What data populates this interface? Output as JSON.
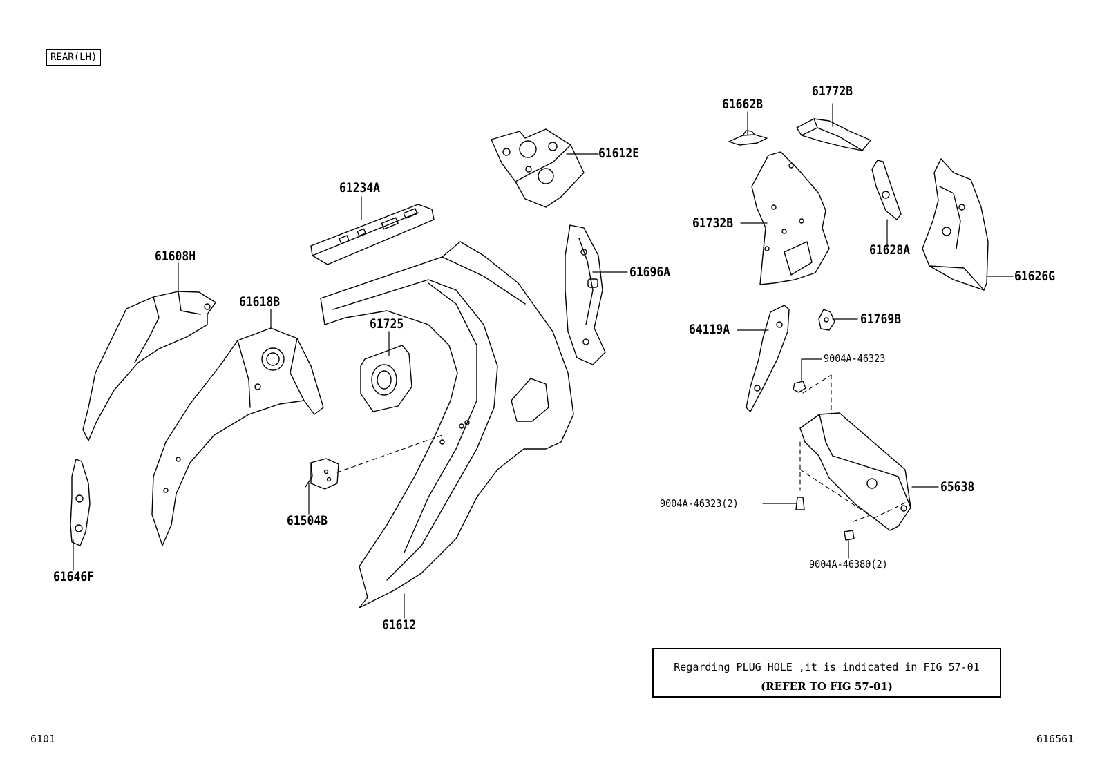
{
  "view_tag": "REAR(LH)",
  "parts": {
    "p61662B": "61662B",
    "p61772B": "61772B",
    "p61612E": "61612E",
    "p61234A": "61234A",
    "p61608H": "61608H",
    "p61618B": "61618B",
    "p61725": "61725",
    "p61696A": "61696A",
    "p61732B": "61732B",
    "p61628A": "61628A",
    "p61626G": "61626G",
    "p64119A": "64119A",
    "p61769B": "61769B",
    "p9004A_46323": "9004A-46323",
    "p65638": "65638",
    "p9004A_46323_2": "9004A-46323(2)",
    "p9004A_46380_2": "9004A-46380(2)",
    "p61504B": "61504B",
    "p61646F": "61646F",
    "p61612": "61612"
  },
  "note": {
    "line1": "Regarding PLUG HOLE ,it is indicated in FIG 57-01",
    "line2": "(REFER TO FIG 57-01)"
  },
  "footer": {
    "left": "6101",
    "right": "616561"
  }
}
